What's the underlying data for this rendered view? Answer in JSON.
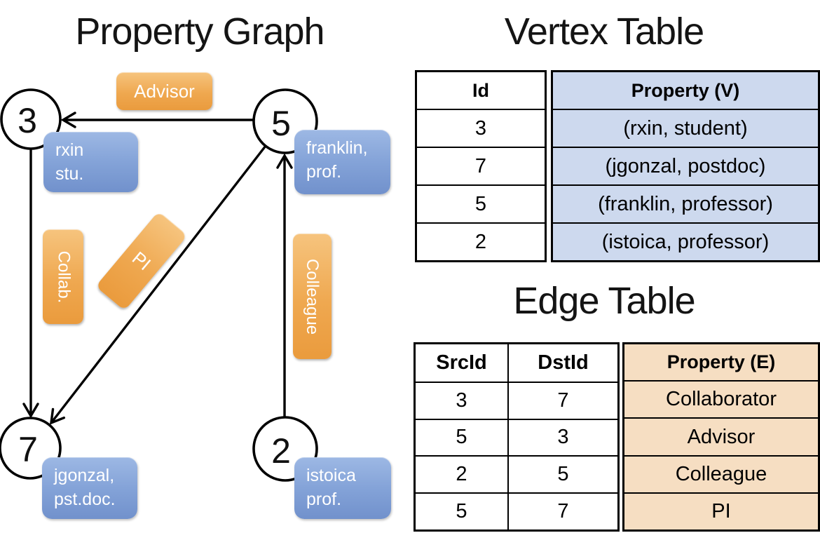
{
  "graph_panel": {
    "title": "Property Graph",
    "nodes": [
      {
        "id": "3"
      },
      {
        "id": "5"
      },
      {
        "id": "7"
      },
      {
        "id": "2"
      }
    ],
    "edge_labels": {
      "advisor": "Advisor",
      "collab": "Collab.",
      "pi": "PI",
      "colleague": "Colleague"
    },
    "property_boxes": {
      "rxin": {
        "line1": "rxin",
        "line2": "stu."
      },
      "franklin": {
        "line1": "franklin,",
        "line2": "prof."
      },
      "jgonzal": {
        "line1": "jgonzal,",
        "line2": "pst.doc."
      },
      "istoica": {
        "line1": "istoica",
        "line2": "prof."
      }
    }
  },
  "vertex_table_panel": {
    "title": "Vertex Table",
    "headers": {
      "id": "Id",
      "property": "Property (V)"
    },
    "rows": [
      {
        "id": "3",
        "property": "(rxin, student)"
      },
      {
        "id": "7",
        "property": "(jgonzal, postdoc)"
      },
      {
        "id": "5",
        "property": "(franklin, professor)"
      },
      {
        "id": "2",
        "property": "(istoica, professor)"
      }
    ]
  },
  "edge_table_panel": {
    "title": "Edge Table",
    "headers": {
      "src": "SrcId",
      "dst": "DstId",
      "property": "Property (E)"
    },
    "rows": [
      {
        "src": "3",
        "dst": "7",
        "property": "Collaborator"
      },
      {
        "src": "5",
        "dst": "3",
        "property": "Advisor"
      },
      {
        "src": "2",
        "dst": "5",
        "property": "Colleague"
      },
      {
        "src": "5",
        "dst": "7",
        "property": "PI"
      }
    ]
  },
  "colors": {
    "edge_label_orange": "#efa850",
    "vertex_box_blue": "#84a3d8",
    "vertex_table_fill": "#cdd9ee",
    "edge_table_fill": "#f6dec2",
    "line_black": "#000000"
  }
}
